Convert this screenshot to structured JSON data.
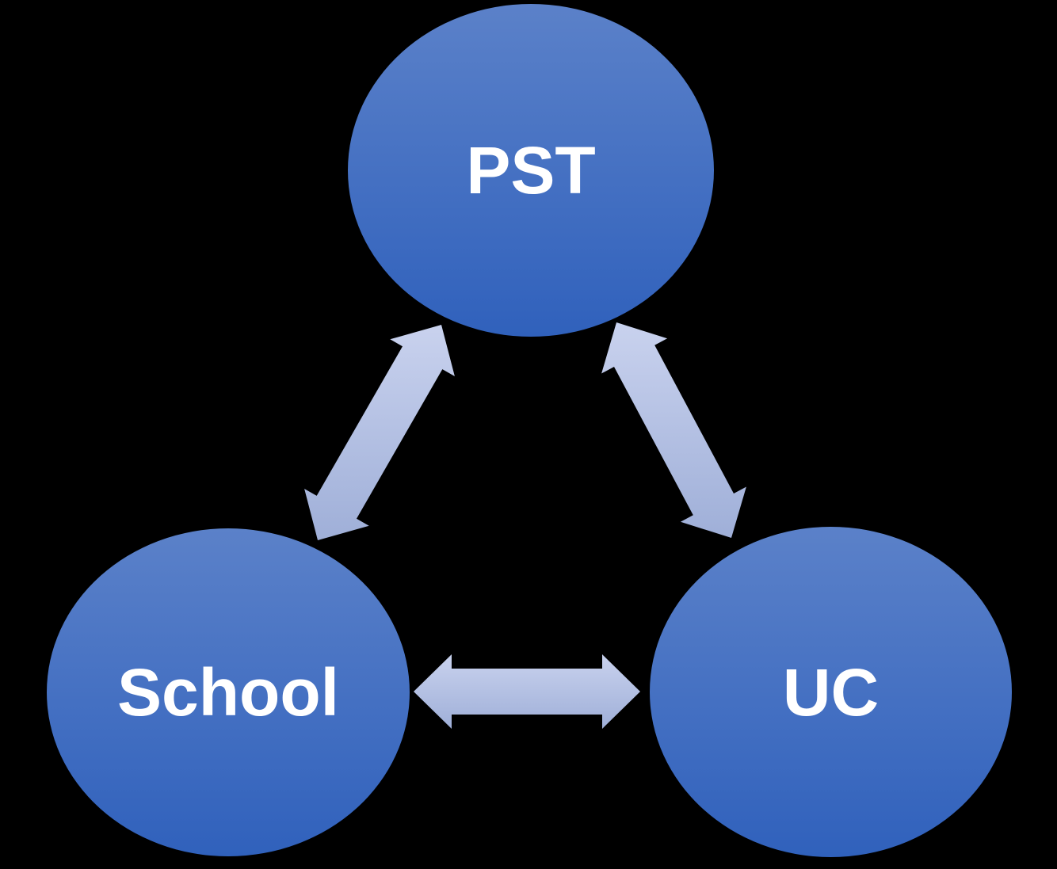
{
  "background_color": "#000000",
  "diagram": {
    "nodes": [
      {
        "id": "pst",
        "label": "PST"
      },
      {
        "id": "school",
        "label": "School"
      },
      {
        "id": "uc",
        "label": "UC"
      }
    ],
    "edges": [
      {
        "id": "pst-school",
        "from": "pst",
        "to": "school",
        "style": "double-headed-arrow"
      },
      {
        "id": "pst-uc",
        "from": "pst",
        "to": "uc",
        "style": "double-headed-arrow"
      },
      {
        "id": "school-uc",
        "from": "school",
        "to": "uc",
        "style": "double-headed-arrow"
      }
    ],
    "colors": {
      "node_gradient_top": "#5b81c9",
      "node_gradient_bottom": "#3061bc",
      "arrow_gradient_top": "#c9d2ee",
      "arrow_gradient_bottom": "#9fafd8",
      "label_color": "#ffffff"
    }
  }
}
